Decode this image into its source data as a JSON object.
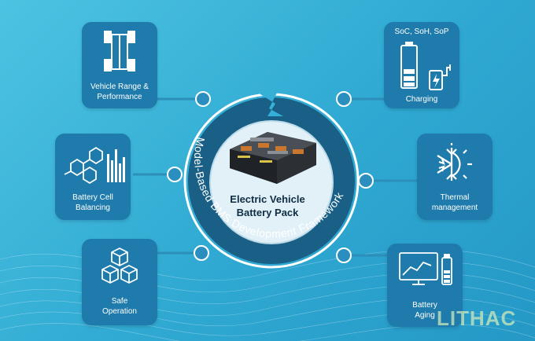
{
  "framework_label": "Model-Based BMS Development Framework",
  "center": {
    "line1": "Electric Vehicle",
    "line2": "Battery Pack"
  },
  "cards": {
    "vehicle_range": {
      "line1": "Vehicle Range &",
      "line2": "Performance",
      "icon": "chassis-icon"
    },
    "charging": {
      "top": "SoC, SoH, SoP",
      "label": "Charging",
      "icon": "battery-charger-icon"
    },
    "cell_balancing": {
      "line1": "Battery Cell",
      "line2": "Balancing",
      "icon": "hexagon-molecule-icon"
    },
    "thermal": {
      "line1": "Thermal",
      "line2": "management",
      "icon": "snowflake-sun-icon"
    },
    "safe_operation": {
      "line1": "Safe",
      "line2": "Operation",
      "icon": "cubes-icon"
    },
    "aging": {
      "line1": "Battery",
      "line2": "Aging",
      "icon": "monitor-graph-icon"
    }
  },
  "logo_text": "LITHAC",
  "colors": {
    "background": "#35b0d8",
    "card": "#1e7bab",
    "ring": "#195f86",
    "connector": "#2c8fb9"
  }
}
